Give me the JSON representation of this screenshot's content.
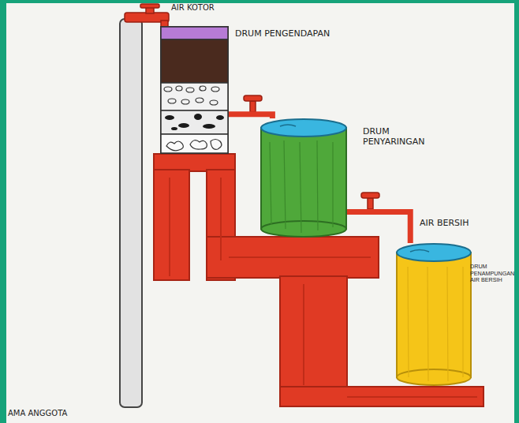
{
  "diagram": {
    "nodes": [
      {
        "text": [
          "DRUM PENGENDAPAN"
        ]
      },
      {
        "text": [
          "DRUM PENYARINGAN"
        ]
      },
      {
        "text": [
          "DRUM PENAMPUNGAN AIR BERSIH"
        ]
      }
    ],
    "edges": [
      {
        "from": 0,
        "to": 1,
        "arrow": "none"
      },
      {
        "from": 1,
        "to": 2,
        "label": "AIR BERSIH",
        "arrow": "none"
      }
    ],
    "labels": [
      "AIR KOTOR",
      "AMA ANGGOTA"
    ]
  }
}
